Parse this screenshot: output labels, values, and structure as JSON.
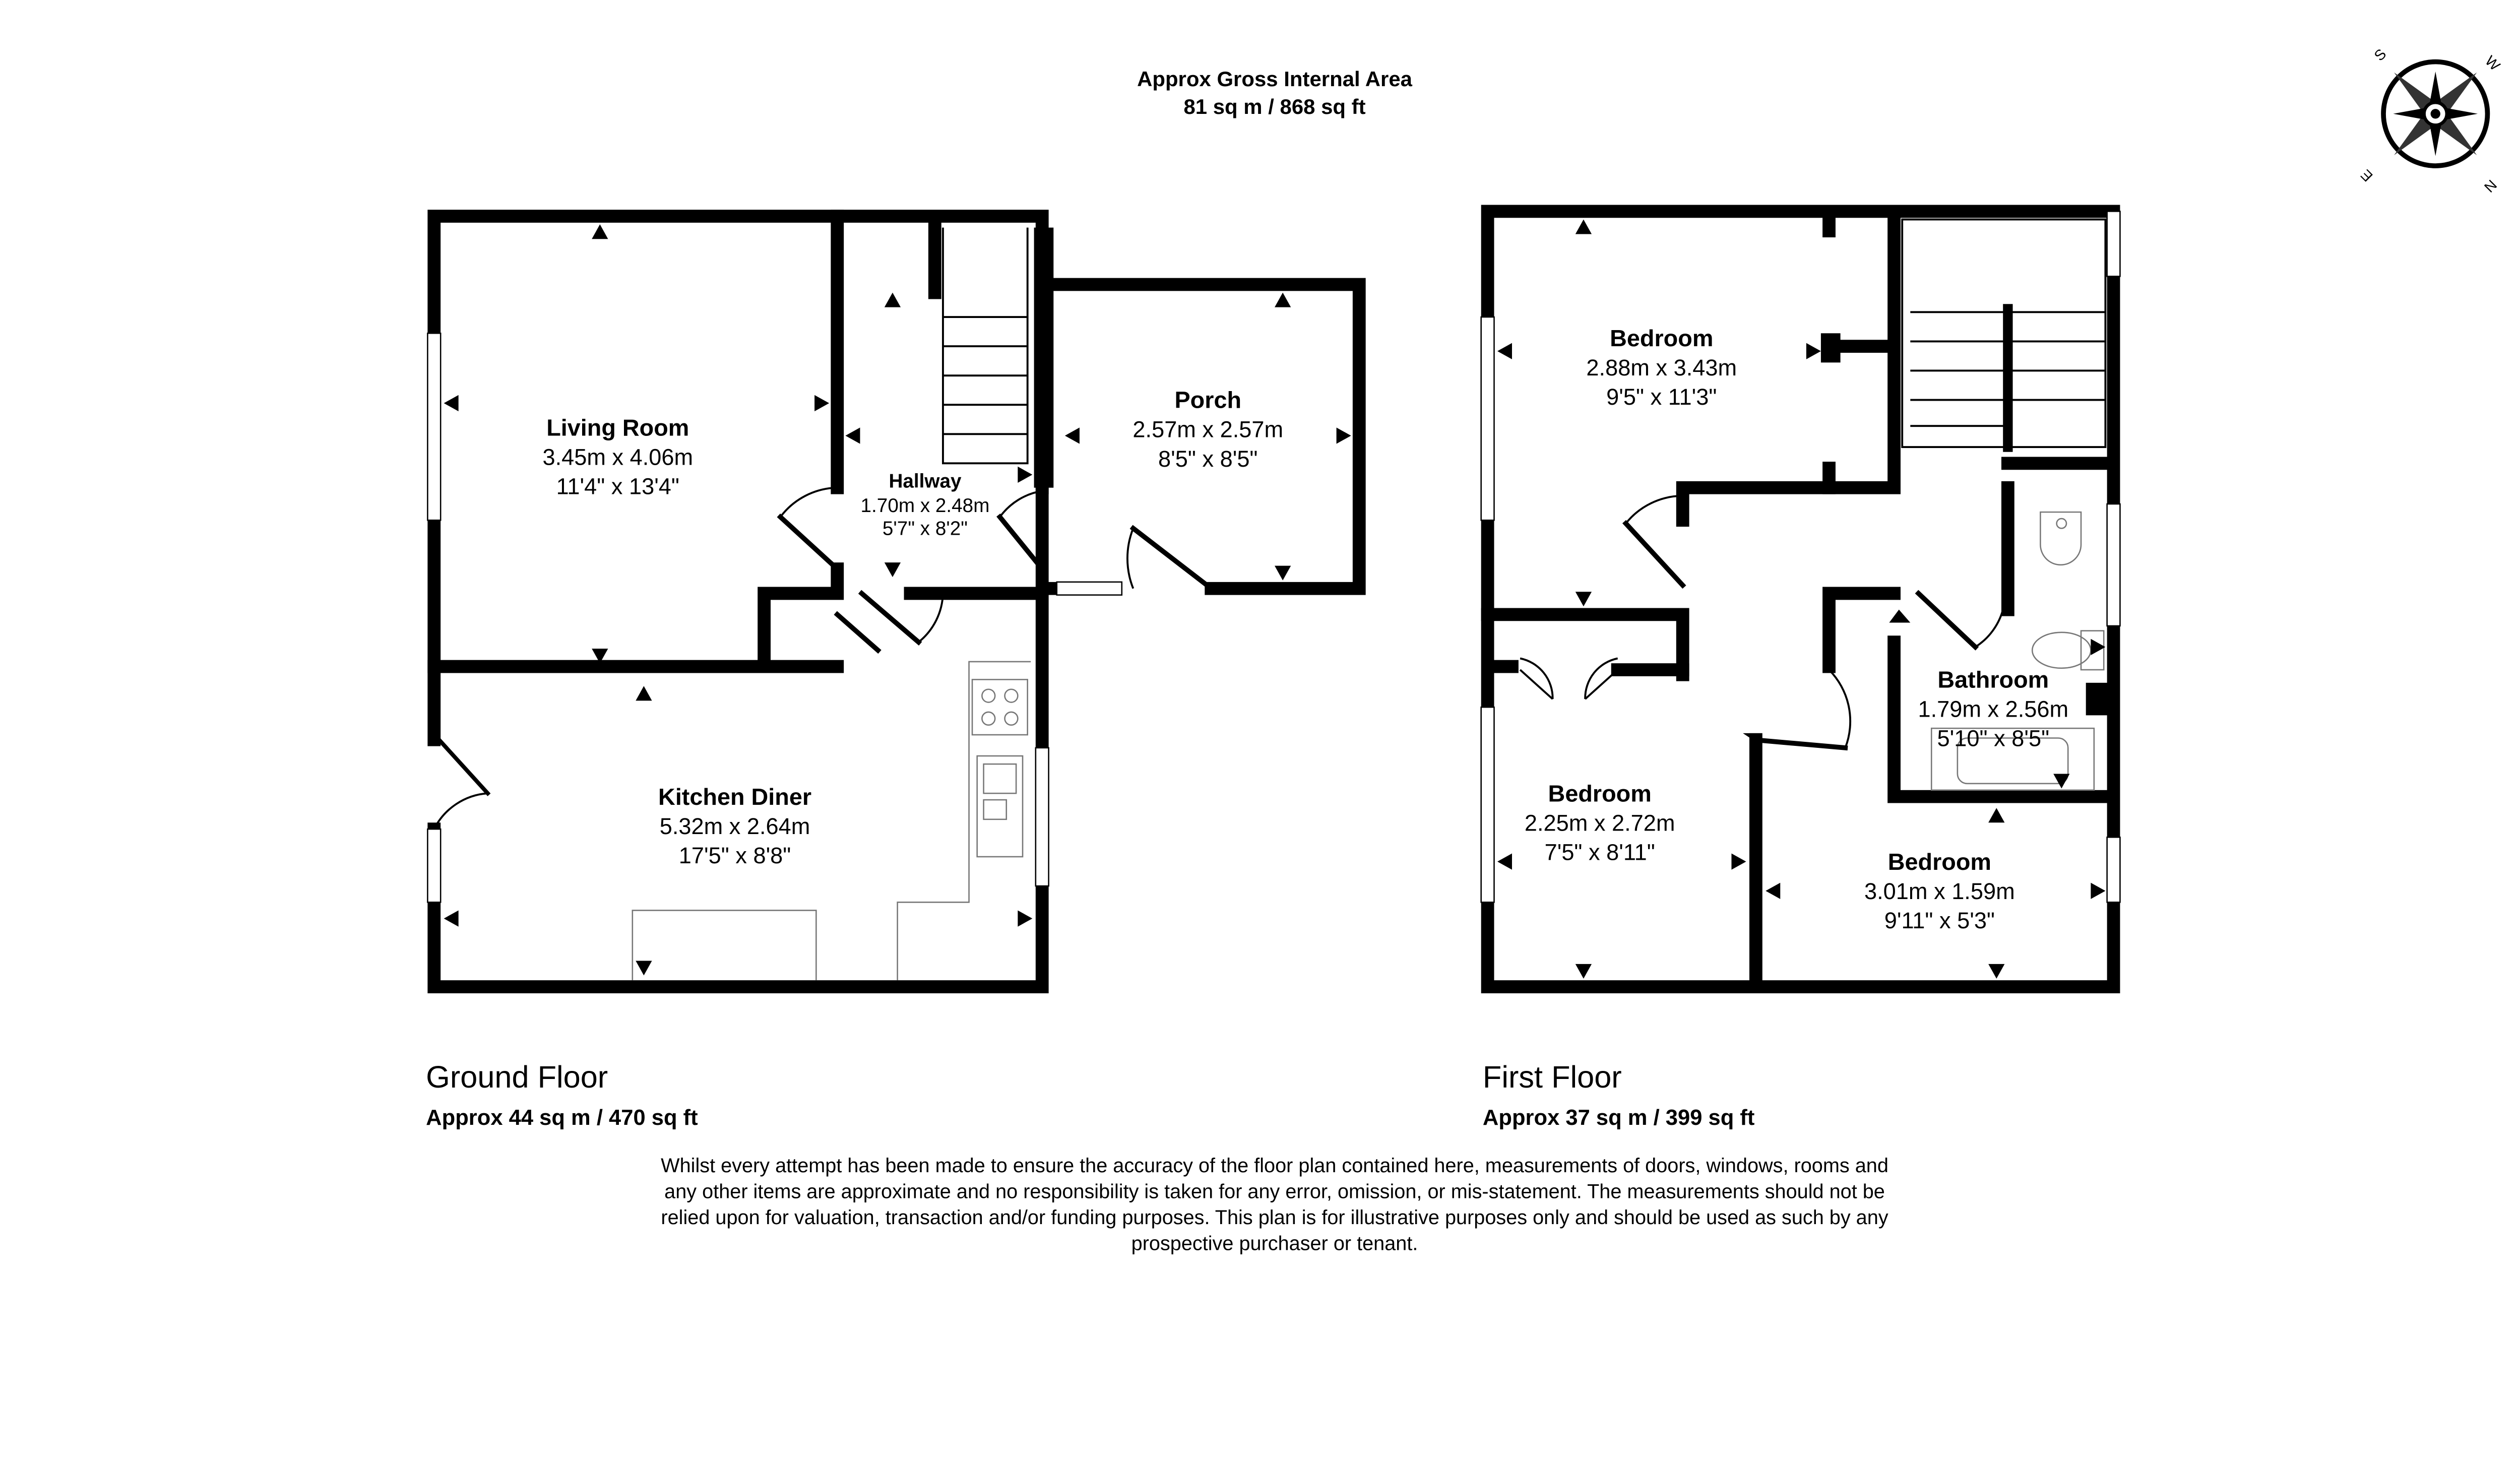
{
  "header": {
    "title": "Approx Gross Internal Area",
    "total_area": "81 sq m / 868 sq ft"
  },
  "compass": {
    "labels": [
      "S",
      "W",
      "E",
      "N"
    ]
  },
  "ground_floor": {
    "label": "Ground Floor",
    "area": "Approx 44 sq m / 470 sq ft",
    "rooms": [
      {
        "name": "Living Room",
        "metric": "3.45m x 4.06m",
        "imperial": "11'4\" x 13'4\""
      },
      {
        "name": "Hallway",
        "metric": "1.70m x 2.48m",
        "imperial": "5'7\" x 8'2\""
      },
      {
        "name": "Porch",
        "metric": "2.57m x 2.57m",
        "imperial": "8'5\" x 8'5\""
      },
      {
        "name": "Kitchen Diner",
        "metric": "5.32m x 2.64m",
        "imperial": "17'5\" x 8'8\""
      }
    ]
  },
  "first_floor": {
    "label": "First Floor",
    "area": "Approx 37 sq m / 399 sq ft",
    "rooms": [
      {
        "name": "Bedroom",
        "metric": "2.88m x 3.43m",
        "imperial": "9'5\" x 11'3\""
      },
      {
        "name": "Bathroom",
        "metric": "1.79m x 2.56m",
        "imperial": "5'10\" x 8'5\""
      },
      {
        "name": "Bedroom",
        "metric": "2.25m x 2.72m",
        "imperial": "7'5\" x 8'11\""
      },
      {
        "name": "Bedroom",
        "metric": "3.01m x 1.59m",
        "imperial": "9'11\" x 5'3\""
      }
    ]
  },
  "disclaimer": [
    "Whilst every attempt has been made to ensure the accuracy of the floor plan contained here, measurements of doors, windows, rooms and",
    "any other items are approximate and no responsibility is taken for any error, omission, or mis-statement. The measurements should not be",
    "relied upon for valuation, transaction and/or funding purposes. This plan is for illustrative purposes only and should be used as such by any",
    "prospective purchaser or tenant."
  ]
}
